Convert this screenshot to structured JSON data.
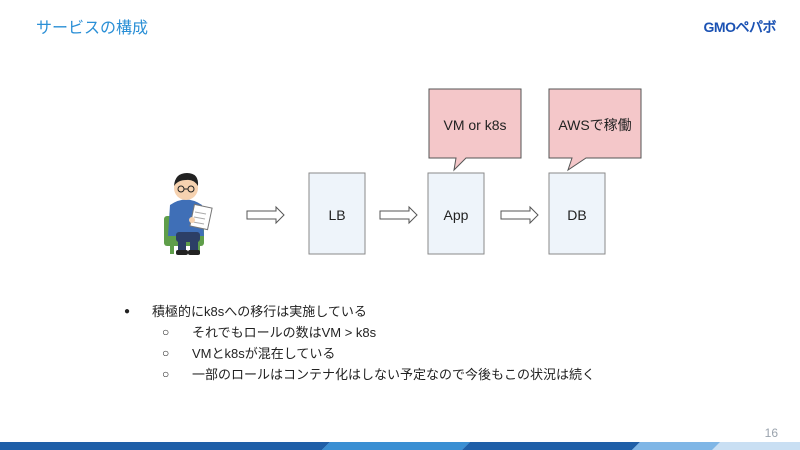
{
  "slide": {
    "title": "サービスの構成",
    "logo": "GMOペパボ",
    "page_number": "16"
  },
  "diagram": {
    "nodes": [
      {
        "id": "lb",
        "label": "LB"
      },
      {
        "id": "app",
        "label": "App"
      },
      {
        "id": "db",
        "label": "DB"
      }
    ],
    "callouts": [
      {
        "target": "app",
        "text": "VM or k8s"
      },
      {
        "target": "db",
        "text": "AWSで稼働"
      }
    ],
    "colors": {
      "box_fill": "#eef4fa",
      "box_stroke": "#8a8a8a",
      "callout_fill": "#f4c7c9",
      "callout_stroke": "#555555",
      "arrow_stroke": "#555555"
    },
    "person_icon": "person-reading-document-icon"
  },
  "bullets": {
    "main": "積極的にk8sへの移行は実施している",
    "sub": [
      "それでもロールの数はVM > k8s",
      "VMとk8sが混在している",
      "一部のロールはコンテナ化はしない予定なので今後もこの状況は続く"
    ],
    "markers": {
      "level1": "●",
      "level2": "○"
    }
  },
  "footer": {
    "colors": [
      "#1f5fa8",
      "#3a8fd3",
      "#7fb6e6",
      "#c9dff3"
    ]
  }
}
